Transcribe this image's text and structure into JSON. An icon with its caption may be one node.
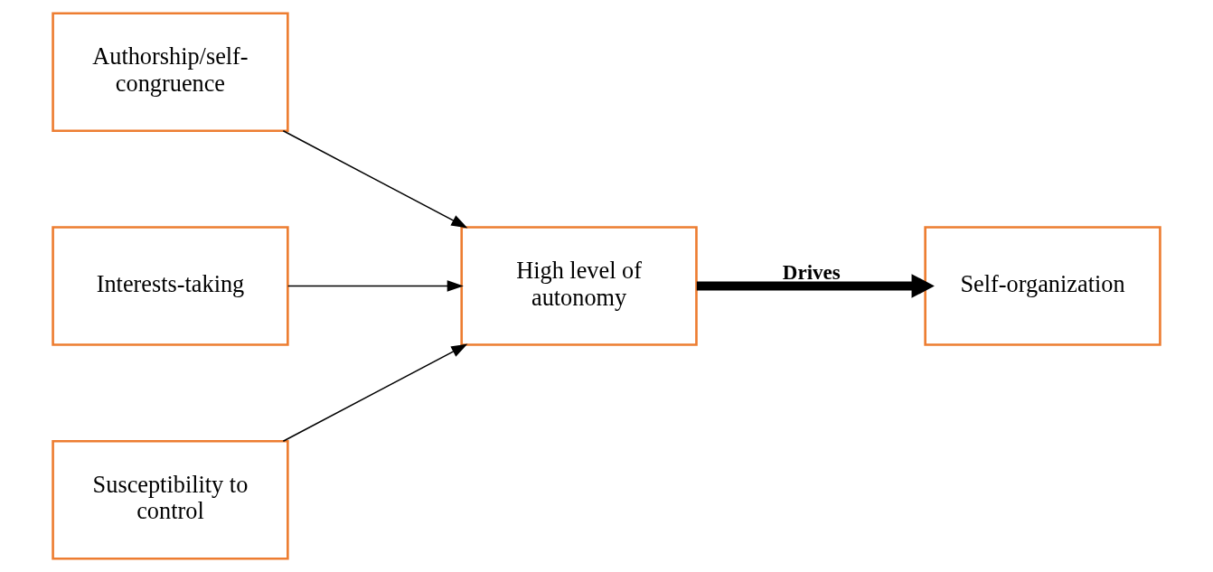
{
  "diagram": {
    "nodes": [
      {
        "text": [
          "Authorship/self-congruence"
        ]
      },
      {
        "text": [
          "Interests-taking"
        ]
      },
      {
        "text": [
          "Susceptibility to control"
        ]
      },
      {
        "text": [
          "High level of autonomy"
        ]
      },
      {
        "text": [
          "Self-organization"
        ]
      }
    ],
    "edges": [
      {
        "from": 0,
        "to": 3,
        "arrow": "to"
      },
      {
        "from": 1,
        "to": 3,
        "arrow": "to"
      },
      {
        "from": 2,
        "to": 3,
        "arrow": "to"
      },
      {
        "from": 3,
        "to": 4,
        "arrow": "to",
        "label": "Drives",
        "style": "thick"
      }
    ]
  }
}
